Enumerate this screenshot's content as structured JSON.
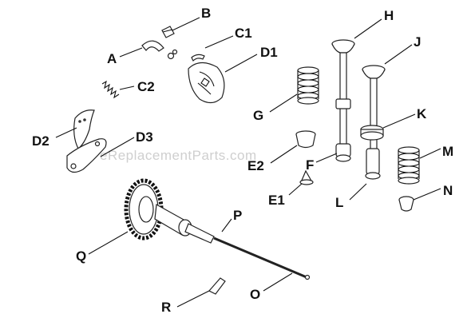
{
  "watermark": "eReplacementParts.com",
  "labels": {
    "A": "A",
    "B": "B",
    "C1": "C1",
    "C2": "C2",
    "D1": "D1",
    "D2": "D2",
    "D3": "D3",
    "E1": "E1",
    "E2": "E2",
    "F": "F",
    "G": "G",
    "H": "H",
    "J": "J",
    "K": "K",
    "L": "L",
    "M": "M",
    "N": "N",
    "O": "O",
    "P": "P",
    "Q": "Q",
    "R": "R"
  }
}
